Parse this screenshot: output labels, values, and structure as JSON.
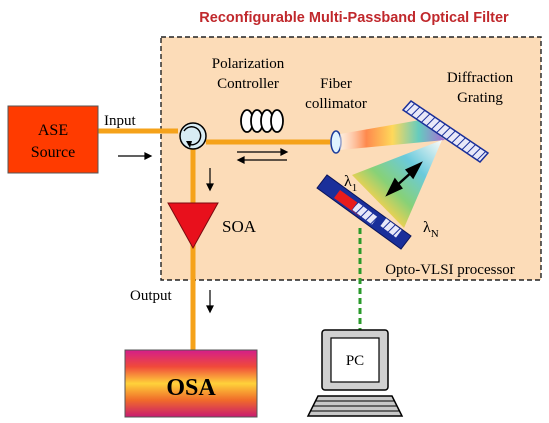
{
  "title": "Reconfigurable Multi-Passband Optical Filter",
  "ase_source": {
    "line1": "ASE",
    "line2": "Source"
  },
  "input_label": "Input",
  "output_label": "Output",
  "polarization_controller": {
    "line1": "Polarization",
    "line2": "Controller"
  },
  "fiber_collimator": {
    "line1": "Fiber",
    "line2": "collimator"
  },
  "diffraction_grating": {
    "line1": "Diffraction",
    "line2": "Grating"
  },
  "soa_label": "SOA",
  "lambda_1": {
    "symbol": "λ",
    "sub": "1"
  },
  "lambda_n": {
    "symbol": "λ",
    "sub": "N"
  },
  "processor_label": "Opto-VLSI processor",
  "osa_label": "OSA",
  "pc_label": "PC",
  "colors": {
    "title": "#c0282c",
    "filter_box": "#fcdcb8",
    "fiber": "#f5a21a",
    "ase_box": "#ff3b00",
    "pc_link": "#2a9a2a",
    "processor": "#1a2f9a",
    "soa": "#e8101c"
  }
}
